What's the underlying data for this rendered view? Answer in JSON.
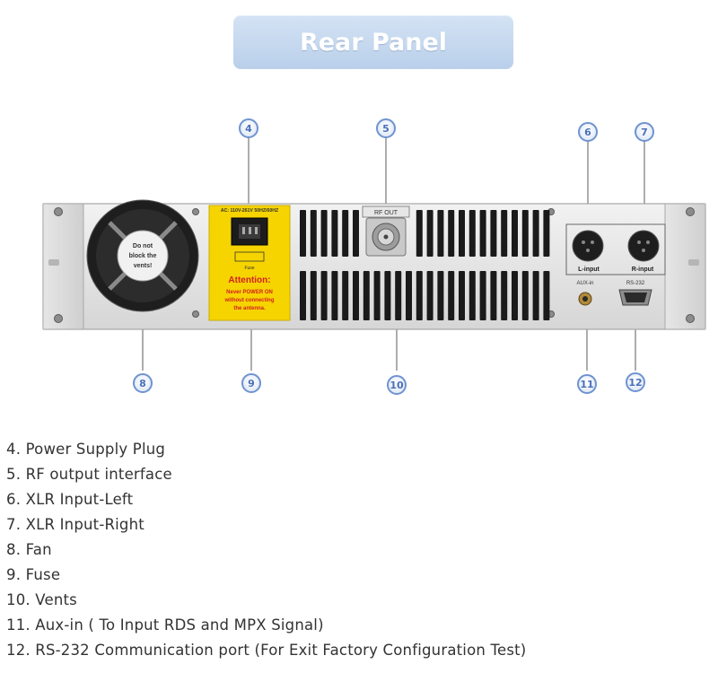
{
  "title": "Rear Panel",
  "callouts": [
    {
      "num": "4",
      "label": "4. Power Supply Plug"
    },
    {
      "num": "5",
      "label": "5. RF output interface"
    },
    {
      "num": "6",
      "label": "6. XLR Input-Left"
    },
    {
      "num": "7",
      "label": "7. XLR Input-Right"
    },
    {
      "num": "8",
      "label": "8. Fan"
    },
    {
      "num": "9",
      "label": "9. Fuse"
    },
    {
      "num": "10",
      "label": "10. Vents"
    },
    {
      "num": "11",
      "label": "11. Aux-in ( To Input RDS and MPX Signal)"
    },
    {
      "num": "12",
      "label": "12. RS-232 Communication port (For Exit Factory Configuration Test)"
    }
  ],
  "panel": {
    "fan_text": [
      "Do not",
      "block the",
      "vents!"
    ],
    "ac_label": "AC: 110V-261V  50HZ/60HZ",
    "fuse_caption": "Fuse",
    "attention_title": "Attention:",
    "attention_lines": [
      "Never POWER ON",
      "without connecting",
      "the antenna."
    ],
    "rf_out_label": "RF OUT",
    "l_input_label": "L-input",
    "r_input_label": "R-input",
    "aux_label": "AUX-in",
    "rs232_label": "RS-232"
  },
  "colors": {
    "banner": "#c6d9f0",
    "callout_ring": "#6f93d0",
    "warning_yellow": "#f5d400",
    "warning_red": "#d42020"
  }
}
